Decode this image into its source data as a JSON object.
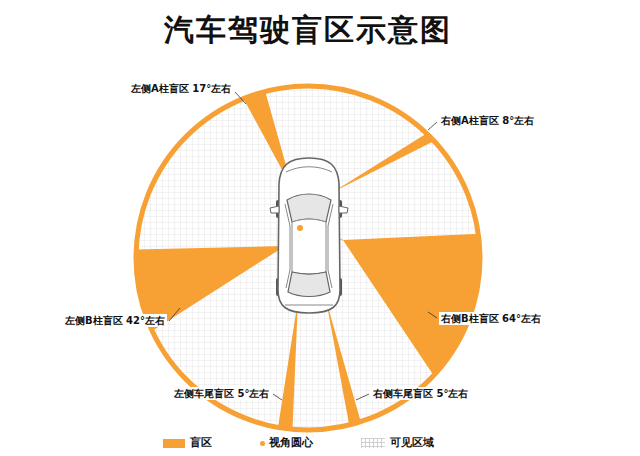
{
  "diagram": {
    "title": "汽车驾驶盲区示意图",
    "labels": [
      "左侧A柱盲区 17°左右",
      "右侧A柱盲区 8°左右",
      "左侧B柱盲区 42°左右",
      "右侧B柱盲区 64°左右",
      "左侧车尾盲区 5°左右",
      "右侧车尾盲区 5°左右"
    ],
    "legend": [
      {
        "text": "盲区",
        "color": "#f7a034"
      },
      {
        "text": "视角圆心"
      },
      {
        "text": "可见区域"
      }
    ]
  }
}
